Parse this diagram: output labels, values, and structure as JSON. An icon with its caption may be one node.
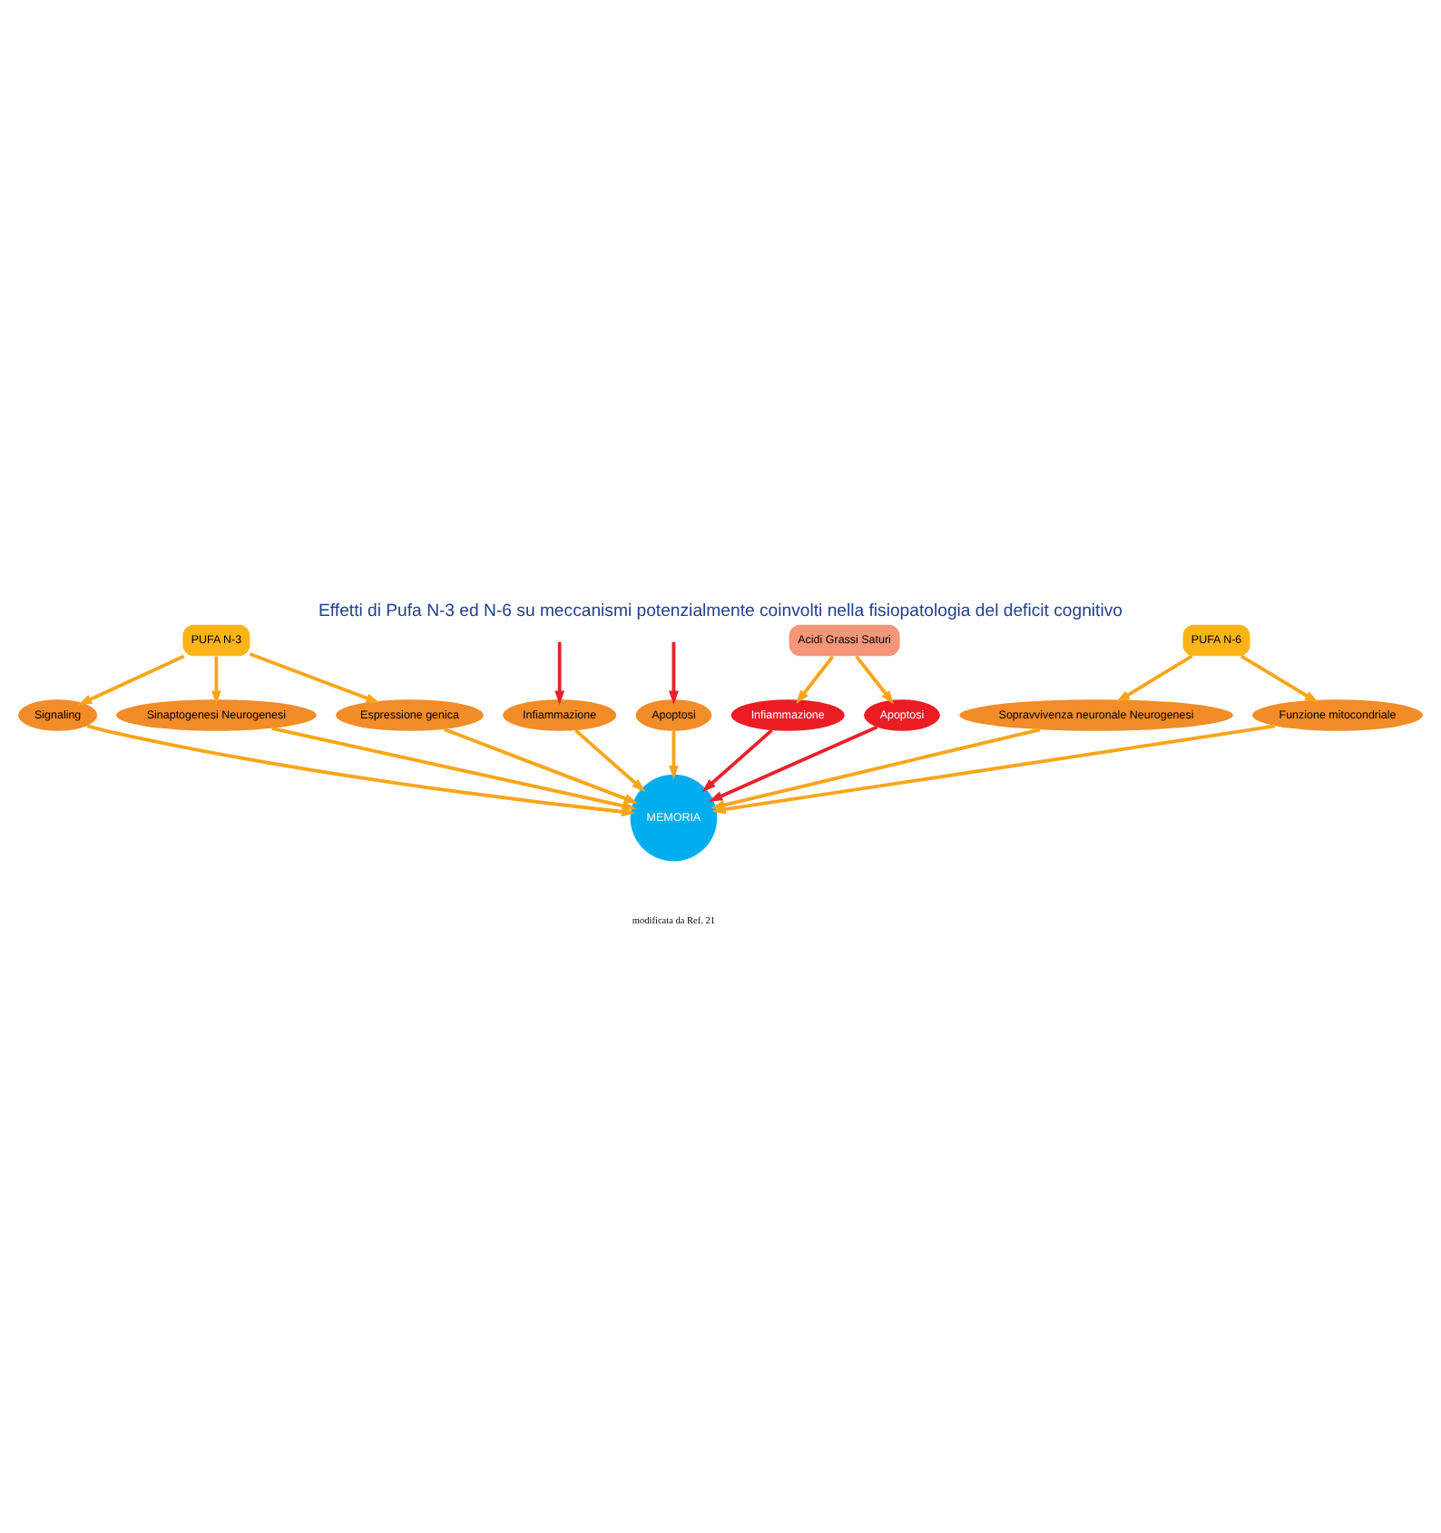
{
  "diagram": {
    "title": "Effetti di Pufa N-3 ed N-6 su meccanismi potenzialmente coinvolti nella fisiopatologia del deficit cognitivo",
    "nodes": [
      {
        "text": [
          "PUFA N-3"
        ]
      },
      {
        "text": [
          "Acidi Grassi Saturi"
        ]
      },
      {
        "text": [
          "PUFA N-6"
        ]
      },
      {
        "text": [
          "Signaling"
        ]
      },
      {
        "text": [
          "Sinaptogenesi Neurogenesi"
        ]
      },
      {
        "text": [
          "Espressione genica"
        ]
      },
      {
        "text": [
          "Infiammazione"
        ]
      },
      {
        "text": [
          "Apoptosi"
        ]
      },
      {
        "text": [
          "MEMORIA"
        ]
      },
      {
        "text": [
          "Infiammazione"
        ]
      },
      {
        "text": [
          "Apoptosi"
        ]
      },
      {
        "text": [
          "Sopravvivenza neuronale Neurogenesi"
        ]
      },
      {
        "text": [
          "Funzione mitocondriale"
        ]
      }
    ],
    "edges": [
      {
        "from": 0,
        "to": 3,
        "arrow": "to"
      },
      {
        "from": 0,
        "to": 4,
        "arrow": "to"
      },
      {
        "from": 0,
        "to": 5,
        "arrow": "to"
      },
      {
        "from": null,
        "to": 6,
        "arrow": "to",
        "color": "#e8212a"
      },
      {
        "from": null,
        "to": 7,
        "arrow": "to",
        "color": "#e8212a"
      },
      {
        "from": 1,
        "to": 9,
        "arrow": "to"
      },
      {
        "from": 1,
        "to": 10,
        "arrow": "to"
      },
      {
        "from": 2,
        "to": 11,
        "arrow": "to"
      },
      {
        "from": 2,
        "to": 12,
        "arrow": "to"
      },
      {
        "from": 3,
        "to": 8,
        "arrow": "to"
      },
      {
        "from": 4,
        "to": 8,
        "arrow": "to"
      },
      {
        "from": 5,
        "to": 8,
        "arrow": "to"
      },
      {
        "from": 6,
        "to": 8,
        "arrow": "to"
      },
      {
        "from": 7,
        "to": 8,
        "arrow": "to"
      },
      {
        "from": 9,
        "to": 8,
        "arrow": "to",
        "color": "#e8212a"
      },
      {
        "from": 10,
        "to": 8,
        "arrow": "to",
        "color": "#e8212a"
      },
      {
        "from": 11,
        "to": 8,
        "arrow": "to"
      },
      {
        "from": 12,
        "to": 8,
        "arrow": "to"
      }
    ],
    "labels": [
      "modificata da Ref. 21"
    ]
  }
}
